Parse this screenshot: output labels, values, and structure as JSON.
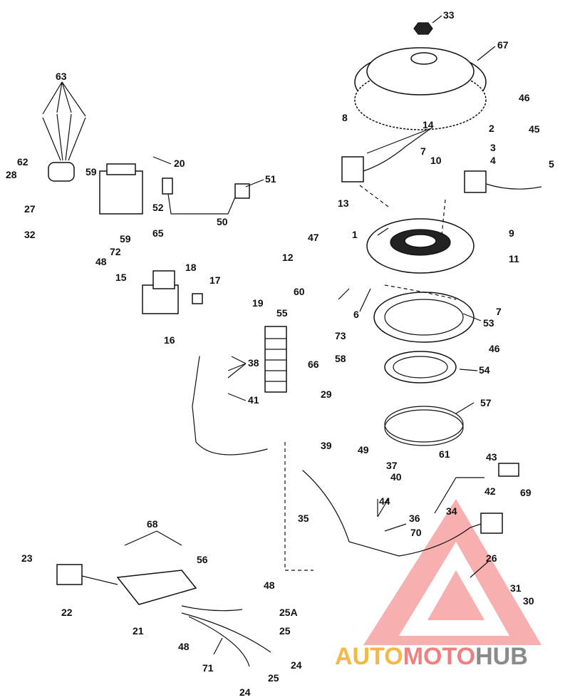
{
  "labels": {
    "l33": "33",
    "l67": "67",
    "l63": "63",
    "l8": "8",
    "l14": "14",
    "l2": "2",
    "l46a": "46",
    "l45": "45",
    "l3": "3",
    "l4": "4",
    "l7a": "7",
    "l10": "10",
    "l5": "5",
    "l20": "20",
    "l62": "62",
    "l59a": "59",
    "l28": "28",
    "l27": "27",
    "l51": "51",
    "l52": "52",
    "l13": "13",
    "l50": "50",
    "l32": "32",
    "l65": "65",
    "l59b": "59",
    "l72": "72",
    "l48a": "48",
    "l1": "1",
    "l9": "9",
    "l47": "47",
    "l12": "12",
    "l11": "11",
    "l15": "15",
    "l18": "18",
    "l17": "17",
    "l60": "60",
    "l19": "19",
    "l7b": "7",
    "l6": "6",
    "l53": "53",
    "l16": "16",
    "l55": "55",
    "l73": "73",
    "l46b": "46",
    "l58": "58",
    "l38": "38",
    "l66": "66",
    "l54": "54",
    "l29": "29",
    "l41": "41",
    "l57": "57",
    "l39": "39",
    "l49": "49",
    "l61": "61",
    "l43": "43",
    "l37": "37",
    "l40": "40",
    "l42": "42",
    "l69": "69",
    "l44": "44",
    "l35": "35",
    "l36": "36",
    "l34": "34",
    "l68": "68",
    "l70": "70",
    "l23": "23",
    "l56": "56",
    "l26": "26",
    "l22": "22",
    "l48b": "48",
    "l31": "31",
    "l25A": "25A",
    "l30": "30",
    "l21": "21",
    "l25a": "25",
    "l48c": "48",
    "l24a": "24",
    "l71": "71",
    "l25b": "25",
    "l24b": "24"
  },
  "watermark": {
    "brand_part1": "AUTO",
    "brand_part2": "MOTO",
    "brand_part3": "HUB",
    "color_primary": "#f08080",
    "color_secondary": "#f5b942",
    "color_tertiary": "#8a8a8a"
  }
}
